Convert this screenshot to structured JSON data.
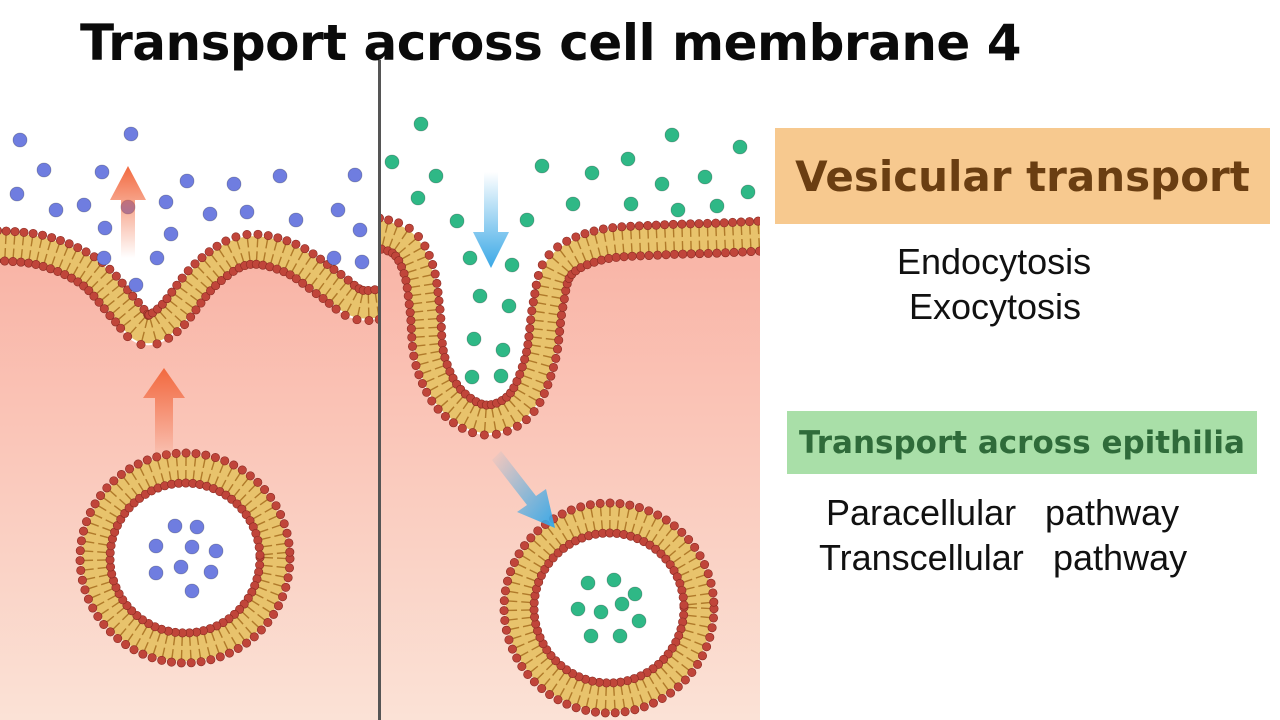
{
  "title": "Transport across cell membrane 4",
  "vesicular": {
    "heading": "Vesicular transport",
    "items": [
      "Endocytosis",
      "Exocytosis"
    ]
  },
  "epithelia": {
    "heading": "Transport across epithilia",
    "rows": [
      {
        "name": "Paracellular",
        "type": "pathway"
      },
      {
        "name": "Transcellular",
        "type": "pathway"
      }
    ]
  },
  "colors": {
    "heading_box_orange": "#f7c98f",
    "heading_box_green": "#a9dfa8",
    "cytoplasm": "#f7b8a6",
    "membrane_head": "#c0453a",
    "membrane_tail": "#e8c36c",
    "exocytosis_molecule": "#6f7de0",
    "endocytosis_molecule": "#2fb886",
    "exocytosis_arrow": "#f2693f",
    "endocytosis_arrow": "#3aa8e6"
  }
}
